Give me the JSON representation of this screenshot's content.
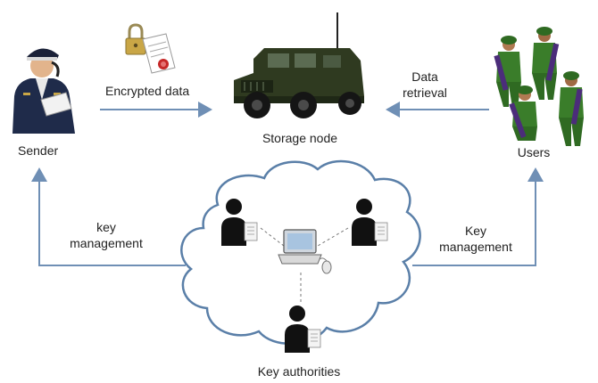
{
  "nodes": {
    "sender": {
      "label": "Sender"
    },
    "storage": {
      "label": "Storage node"
    },
    "users": {
      "label": "Users"
    },
    "authorities": {
      "label": "Key authorities"
    }
  },
  "edges": {
    "encrypted": {
      "label": "Encrypted data"
    },
    "retrieval": {
      "line1": "Data",
      "line2": "retrieval"
    },
    "key_left": {
      "line1": "key",
      "line2": "management"
    },
    "key_right": {
      "line1": "Key",
      "line2": "management"
    }
  },
  "colors": {
    "arrow": "#6f8fb5",
    "cloud_stroke": "#5a7fa8",
    "vehicle": "#2f3a20",
    "soldier_green": "#3a7d2a",
    "soldier_purple": "#4b2d7a",
    "sender_navy": "#1f2b4a"
  },
  "icons": [
    "padlock-icon",
    "document-icon",
    "certificate-seal-icon",
    "person-icon",
    "laptop-icon",
    "mouse-icon"
  ]
}
